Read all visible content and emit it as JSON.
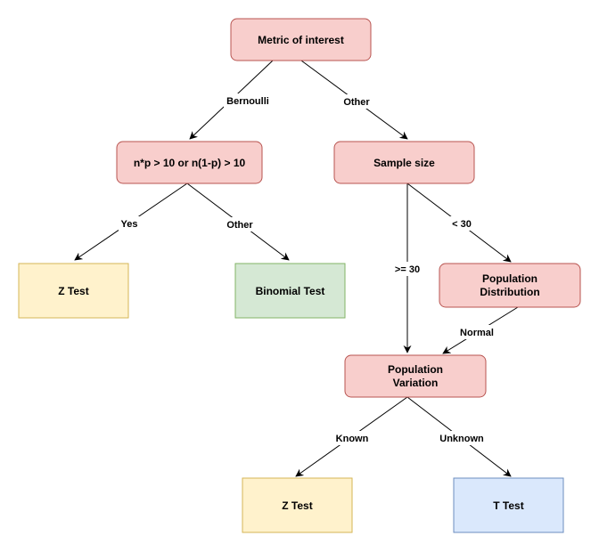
{
  "colors": {
    "red_fill": "#f8cecc",
    "red_stroke": "#b85450",
    "yellow_fill": "#fff2cc",
    "yellow_stroke": "#d6b656",
    "green_fill": "#d5e8d4",
    "green_stroke": "#82b366",
    "blue_fill": "#dae8fc",
    "blue_stroke": "#6c8ebf",
    "line": "#000000"
  },
  "nodes": {
    "metric": {
      "label": "Metric of interest"
    },
    "np_condition": {
      "label": "n*p > 10 or n(1-p) > 10"
    },
    "sample_size": {
      "label": "Sample size"
    },
    "z_test_left": {
      "label": "Z Test"
    },
    "binomial_test": {
      "label": "Binomial Test"
    },
    "population_distribution": {
      "line1": "Population",
      "line2": "Distribution"
    },
    "population_variation": {
      "line1": "Population",
      "line2": "Variation"
    },
    "z_test_bottom": {
      "label": "Z Test"
    },
    "t_test": {
      "label": "T Test"
    }
  },
  "edges": {
    "bernoulli": "Bernoulli",
    "other_top": "Other",
    "yes": "Yes",
    "other_left": "Other",
    "lt30": "< 30",
    "ge30": ">= 30",
    "normal": "Normal",
    "known": "Known",
    "unknown": "Unknown"
  }
}
